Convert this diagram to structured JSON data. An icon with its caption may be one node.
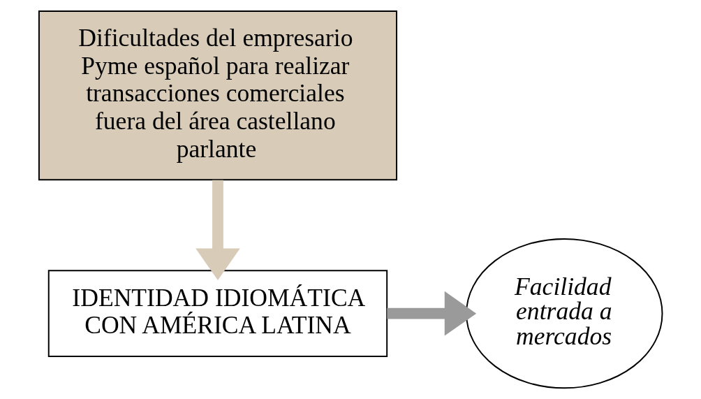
{
  "diagram": {
    "nodes": [
      {
        "text": [
          "Dificultades del empresario Pyme español para realizar transacciones comerciales fuera del área castellano parlante"
        ]
      },
      {
        "text": [
          "IDENTIDAD IDIOMÁTICA CON AMÉRICA LATINA"
        ]
      },
      {
        "text": [
          "Facilidad entrada a mercados"
        ]
      }
    ],
    "edges": [
      {
        "from": 0,
        "to": 1,
        "arrow": "to",
        "color": "#d8cbb8"
      },
      {
        "from": 1,
        "to": 2,
        "arrow": "to",
        "color": "#9a9a9a"
      }
    ]
  }
}
